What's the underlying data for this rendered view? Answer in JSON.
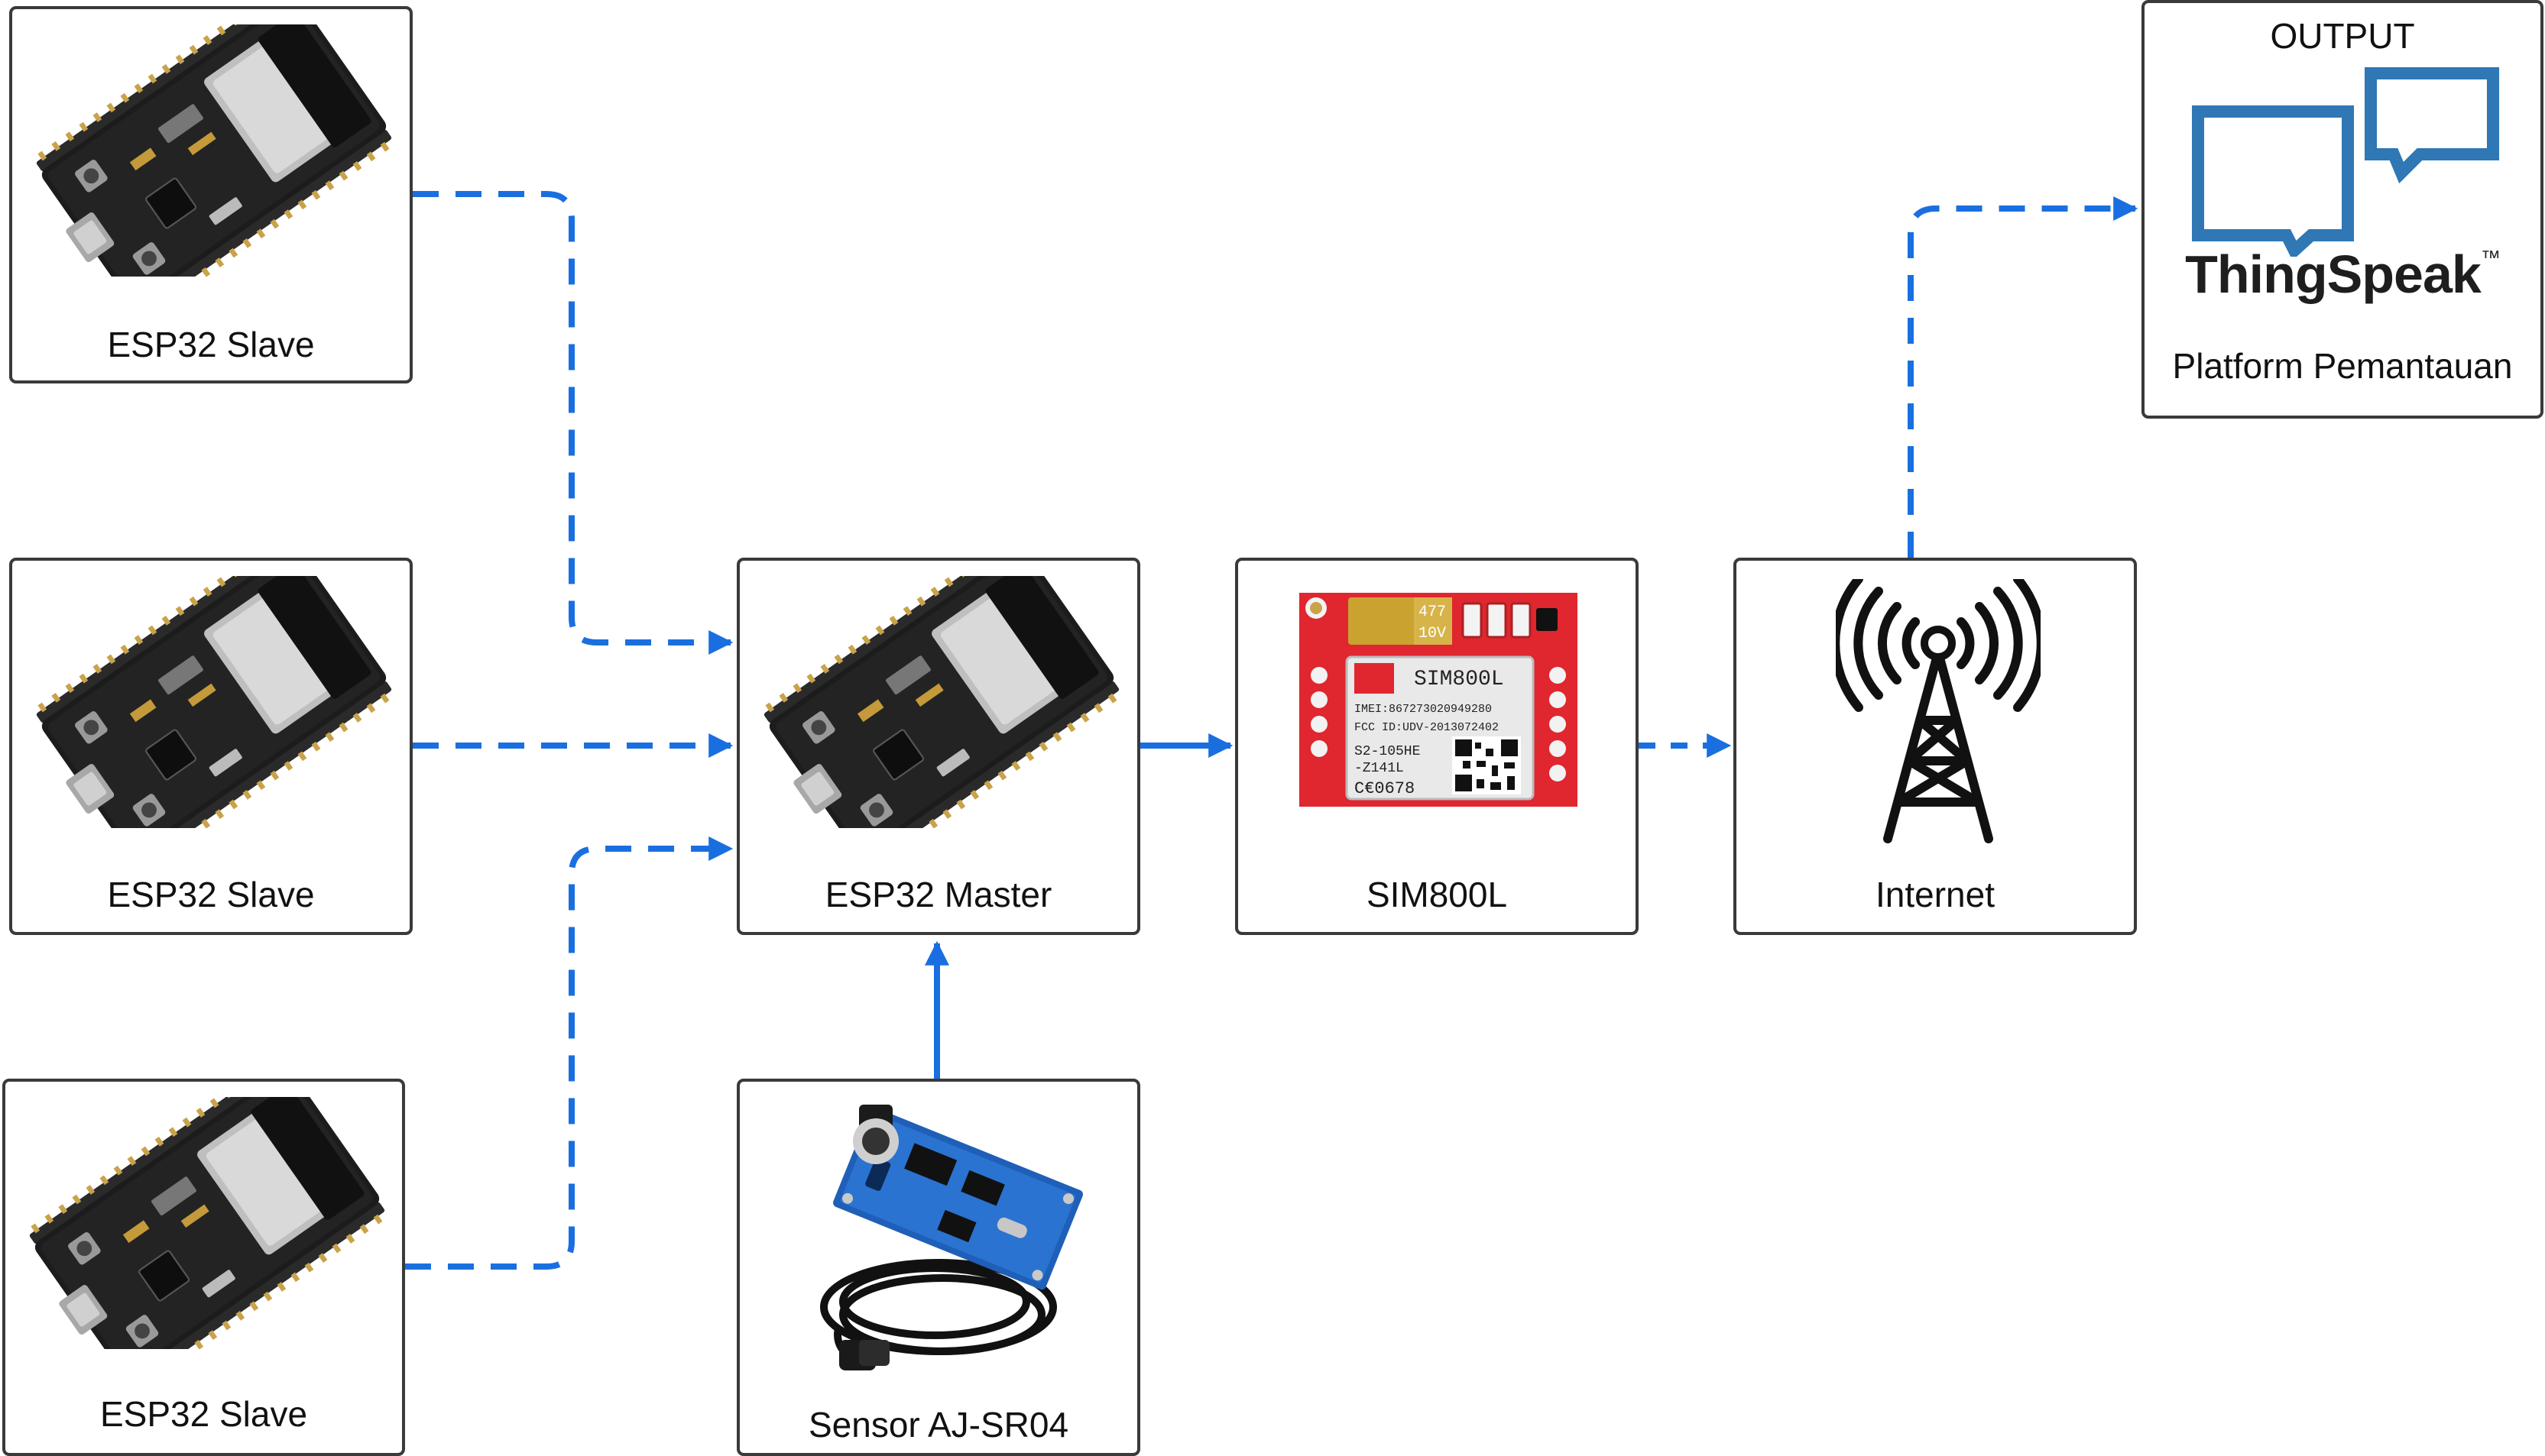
{
  "diagram": {
    "nodes": {
      "slave_1": {
        "label": "ESP32 Slave"
      },
      "slave_2": {
        "label": "ESP32 Slave"
      },
      "slave_3": {
        "label": "ESP32 Slave"
      },
      "master": {
        "label": "ESP32 Master"
      },
      "sensor": {
        "label": "Sensor AJ-SR04"
      },
      "gsm": {
        "label": "SIM800L",
        "chip_text": "SIM800L",
        "imei_text": "IMEI:867273020949280",
        "fcc_text": "FCC ID:UDV-2013072402",
        "model_text": "S2-105HE",
        "model_text_2": "-Z141L",
        "ce_text": "C€0678",
        "cap_text_1": "477",
        "cap_text_2": "10V"
      },
      "internet": {
        "label": "Internet"
      },
      "output": {
        "header": "OUTPUT",
        "brand": "ThingSpeak",
        "trademark": "™",
        "label": "Platform Pemantauan"
      }
    },
    "edges": [
      {
        "from": "slave_1",
        "to": "master",
        "style": "dashed"
      },
      {
        "from": "slave_2",
        "to": "master",
        "style": "dashed"
      },
      {
        "from": "slave_3",
        "to": "master",
        "style": "dashed"
      },
      {
        "from": "sensor",
        "to": "master",
        "style": "solid"
      },
      {
        "from": "master",
        "to": "gsm",
        "style": "solid"
      },
      {
        "from": "gsm",
        "to": "internet",
        "style": "dashed"
      },
      {
        "from": "internet",
        "to": "output",
        "style": "dashed"
      }
    ],
    "colors": {
      "arrow": "#1a6fe0",
      "border": "#3a3a3a",
      "thingspeak_blue": "#2f77b5",
      "board_red": "#e0262e"
    }
  }
}
